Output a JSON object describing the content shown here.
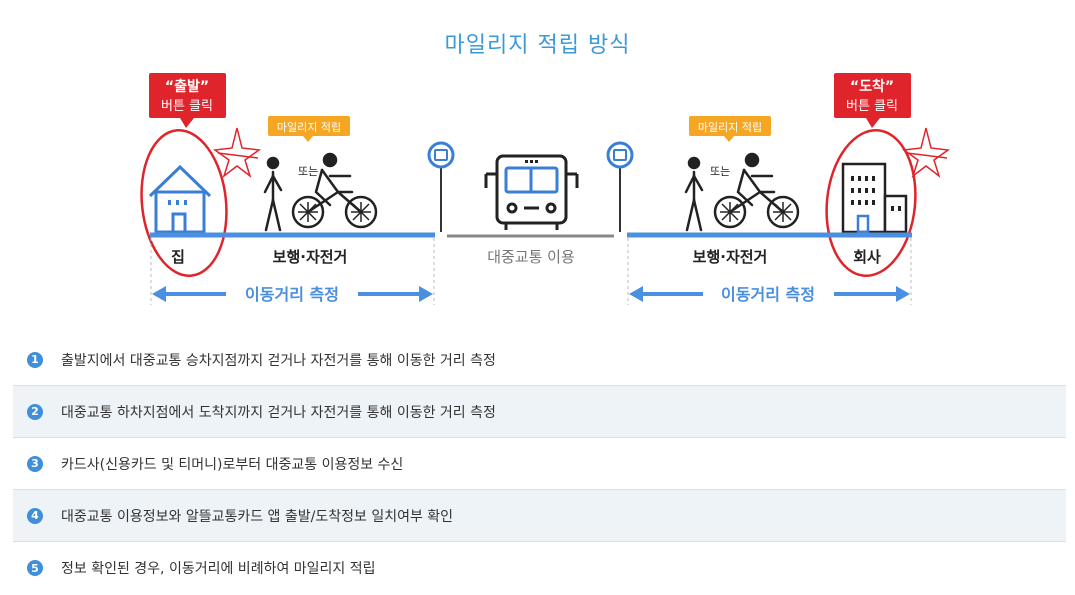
{
  "title": "마일리지 적립 방식",
  "callouts": {
    "start": {
      "line1": "“출발”",
      "line2": "버튼 클릭"
    },
    "arrive": {
      "line1": "“도착”",
      "line2": "버튼 클릭"
    }
  },
  "mileage_tag": "마일리지 적립",
  "or_label": "또는",
  "labels": {
    "home": "집",
    "walk_bike": "보행·자전거",
    "transit": "대중교통 이용",
    "company": "회사"
  },
  "distance_label": "이동거리 측정",
  "steps": [
    {
      "num": "1",
      "text": "출발지에서 대중교통 승차지점까지 걷거나 자전거를 통해 이동한 거리 측정"
    },
    {
      "num": "2",
      "text": "대중교통 하차지점에서 도착지까지 걷거나 자전거를 통해 이동한 거리 측정"
    },
    {
      "num": "3",
      "text": "카드사(신용카드 및 티머니)로부터 대중교통 이용정보 수신"
    },
    {
      "num": "4",
      "text": "대중교통 이용정보와 알뜰교통카드 앱 출발/도착정보 일치여부 확인"
    },
    {
      "num": "5",
      "text": "정보 확인된 경우, 이동거리에 비례하여 마일리지 적립"
    }
  ],
  "colors": {
    "accent": "#3a9ad9",
    "line_blue": "#4a8fe0",
    "callout_red": "#e0242b",
    "tag_orange": "#f5a623",
    "bus_gray": "#888888"
  },
  "icons": [
    "house-icon",
    "walker-icon",
    "cyclist-icon",
    "bus-stop-icon",
    "bus-icon",
    "office-building-icon",
    "star-scribble-icon"
  ]
}
